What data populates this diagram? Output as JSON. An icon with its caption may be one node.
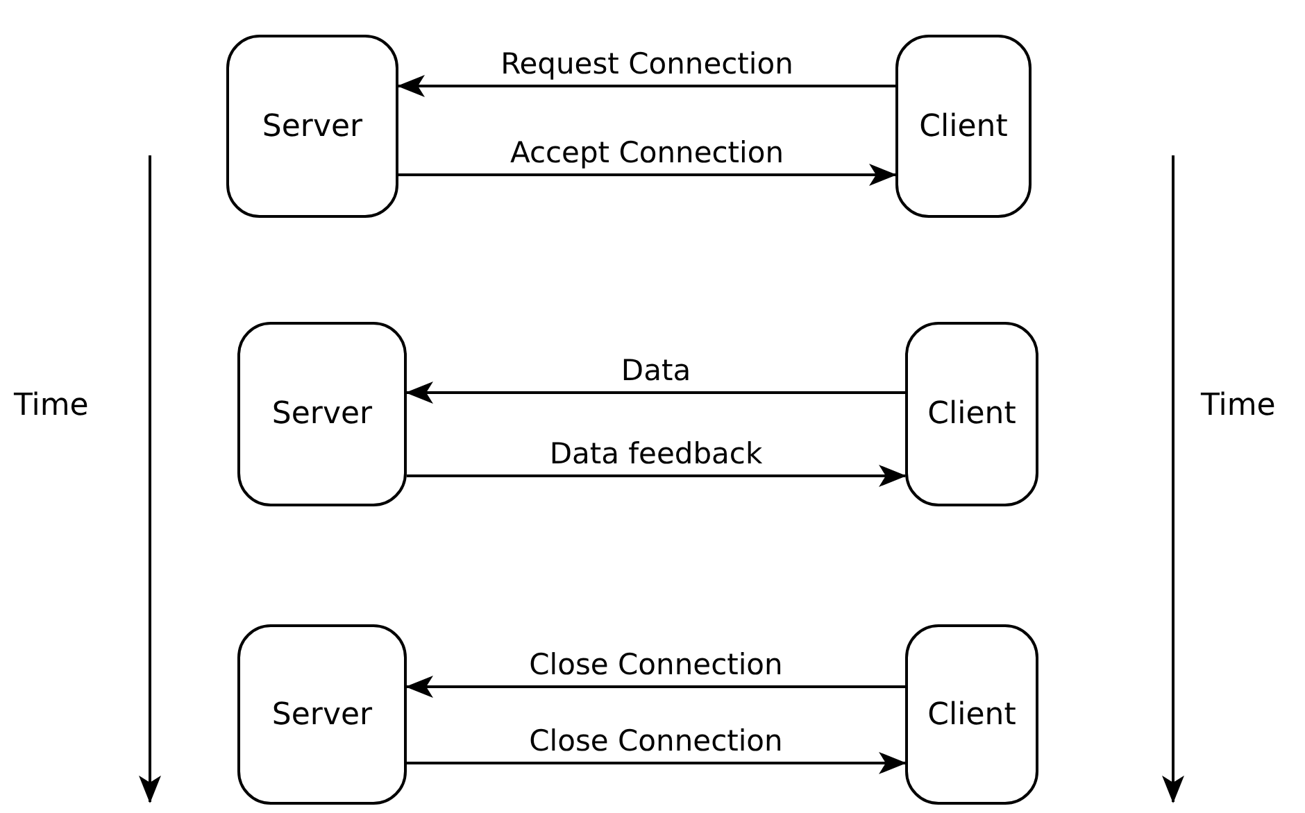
{
  "diagram": {
    "nodes": [
      {
        "text": [
          "Server"
        ]
      },
      {
        "text": [
          "Client"
        ]
      },
      {
        "text": [
          "Server"
        ]
      },
      {
        "text": [
          "Client"
        ]
      },
      {
        "text": [
          "Server"
        ]
      },
      {
        "text": [
          "Client"
        ]
      }
    ],
    "edges": [
      {
        "from": 1,
        "to": 0,
        "arrow": "to",
        "label": "Request Connection"
      },
      {
        "from": 0,
        "to": 1,
        "arrow": "to",
        "label": "Accept Connection"
      },
      {
        "from": 3,
        "to": 2,
        "arrow": "to",
        "label": "Data"
      },
      {
        "from": 2,
        "to": 3,
        "arrow": "to",
        "label": "Data feedback"
      },
      {
        "from": 5,
        "to": 4,
        "arrow": "to",
        "label": "Close Connection"
      },
      {
        "from": 4,
        "to": 5,
        "arrow": "to",
        "label": "Close Connection"
      }
    ],
    "labels": [
      "Time",
      "Time"
    ]
  }
}
